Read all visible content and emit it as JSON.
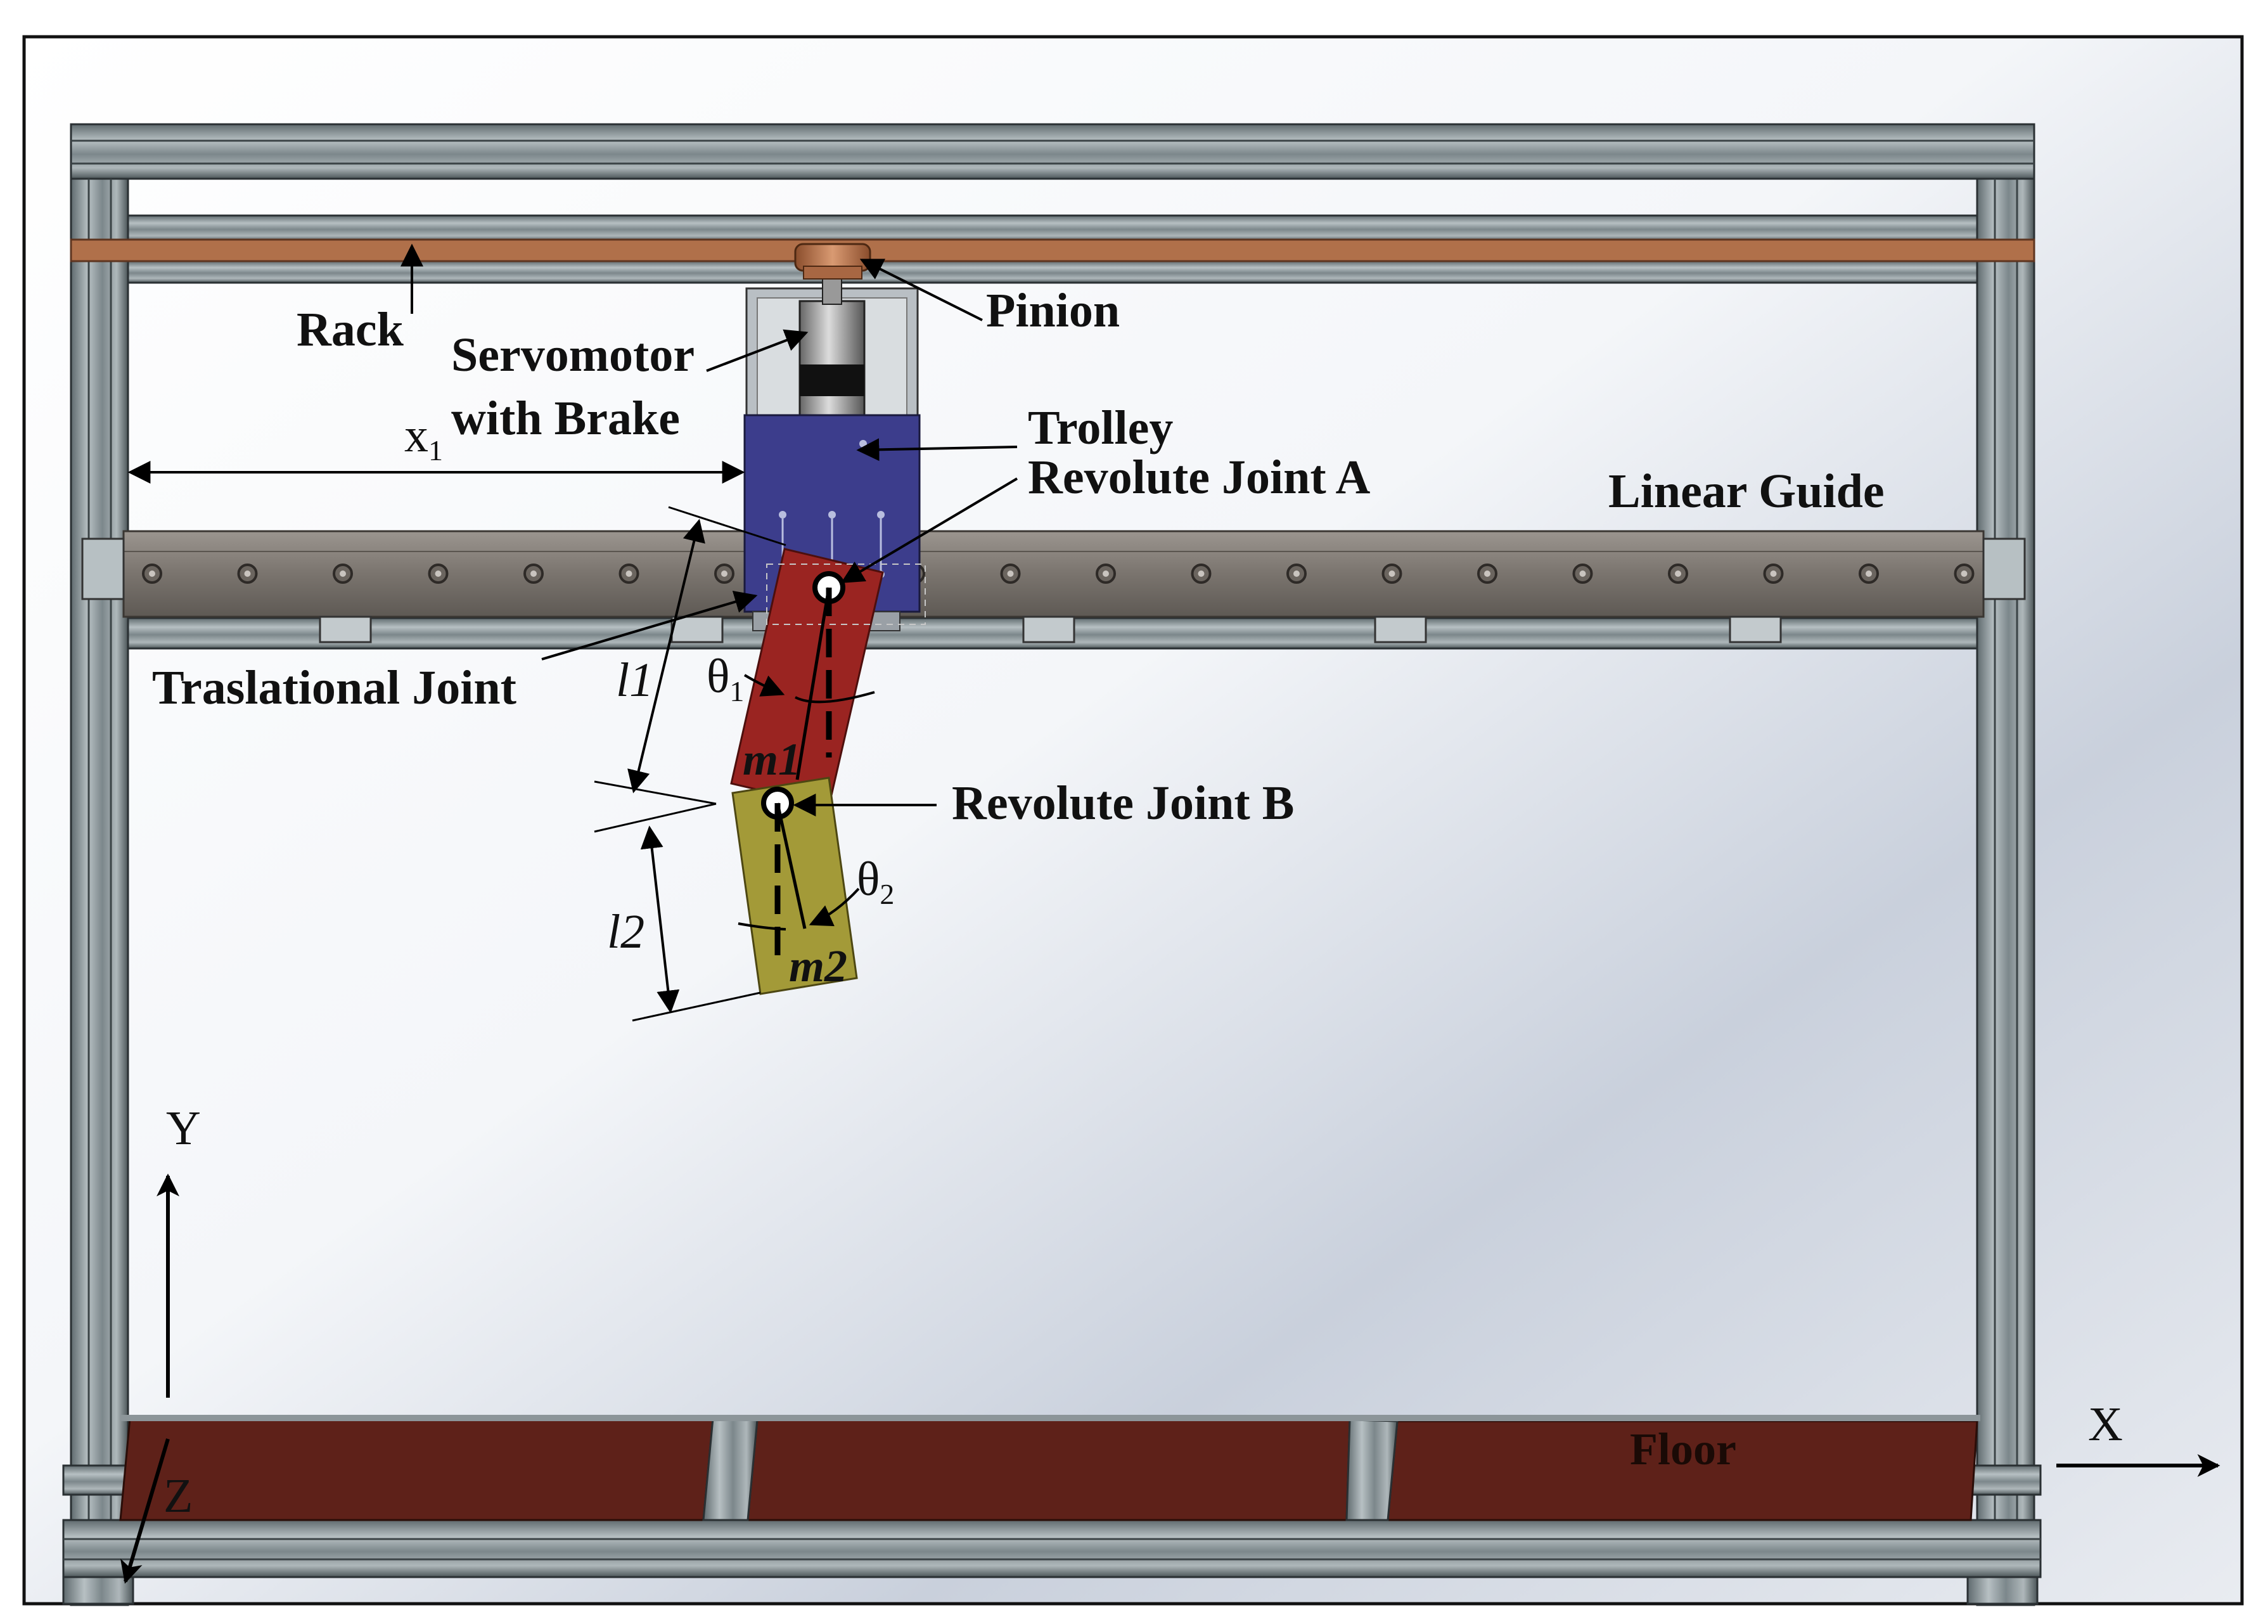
{
  "labels": {
    "rack": "Rack",
    "pinion": "Pinion",
    "servo_line1": "Servomotor",
    "servo_line2": "with Brake",
    "trolley": "Trolley",
    "revolute_a": "Revolute Joint A",
    "linear_guide": "Linear Guide",
    "translational_joint": "Traslational Joint",
    "revolute_b": "Revolute Joint B",
    "floor": "Floor"
  },
  "symbols": {
    "x1_base": "x",
    "x1_sub": "1",
    "l1": "l1",
    "l2": "l2",
    "theta1_base": "θ",
    "theta1_sub": "1",
    "theta2_base": "θ",
    "theta2_sub": "2",
    "m1": "m1",
    "m2": "m2"
  },
  "axes": {
    "x": "X",
    "y": "Y",
    "z": "Z"
  },
  "colors": {
    "frame": "#8c9599",
    "rack": "#b0704a",
    "trolley": "#3c3d8c",
    "link1": "#9a2421",
    "link2": "#a39a38",
    "floor": "#5e2119",
    "guide": "#7d7873"
  }
}
